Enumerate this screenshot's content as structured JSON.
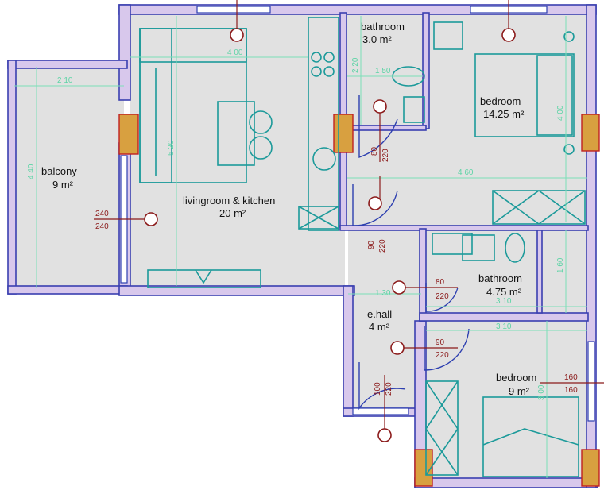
{
  "rooms": [
    {
      "id": "bathroom-1",
      "name": "bathroom",
      "area": "3.0 m²"
    },
    {
      "id": "bedroom-1",
      "name": "bedroom",
      "area": "14.25 m²"
    },
    {
      "id": "balcony",
      "name": "balcony",
      "area": "9 m²"
    },
    {
      "id": "living",
      "name": "livingroom & kitchen",
      "area": "20  m²"
    },
    {
      "id": "bathroom-2",
      "name": "bathroom",
      "area": "4.75 m²"
    },
    {
      "id": "ehall",
      "name": "e.hall",
      "area": "4  m²"
    },
    {
      "id": "bedroom-2",
      "name": "bedroom",
      "area": "9  m²"
    }
  ],
  "dimensions": {
    "living_width": "4 00",
    "balcony_width": "2 10",
    "balcony_depth": "4 40",
    "living_depth": "5 20",
    "bath1_width": "1 50",
    "bath1_depth": "2 20",
    "bed1_depth": "4 00",
    "corridor_width": "4 60",
    "bath2_depth": "1 60",
    "bath2_width": "3 10",
    "hall_width": "1 30",
    "bed2_width": "3 10",
    "bed2_depth": "3 00"
  },
  "doors": [
    {
      "id": "balcony-door",
      "width": "240",
      "height": "240"
    },
    {
      "id": "bath1-door",
      "width": "80",
      "height": "220"
    },
    {
      "id": "bed1-door",
      "width": "90",
      "height": "220"
    },
    {
      "id": "bath2-door",
      "width": "80",
      "height": "220"
    },
    {
      "id": "bed2-door",
      "width": "90",
      "height": "220"
    },
    {
      "id": "entrance-door",
      "width": "100",
      "height": "220"
    },
    {
      "id": "bed2-window",
      "width": "160",
      "height": "160"
    }
  ],
  "colors": {
    "wall_fill": "#d8c8ec",
    "wall_stroke": "#3a3fb0",
    "furniture": "#1c9a9a",
    "dimension": "#5ed4a6",
    "door_tag": "#8b1a1a",
    "column": "#d8a040",
    "floor": "#e1e1e1"
  }
}
